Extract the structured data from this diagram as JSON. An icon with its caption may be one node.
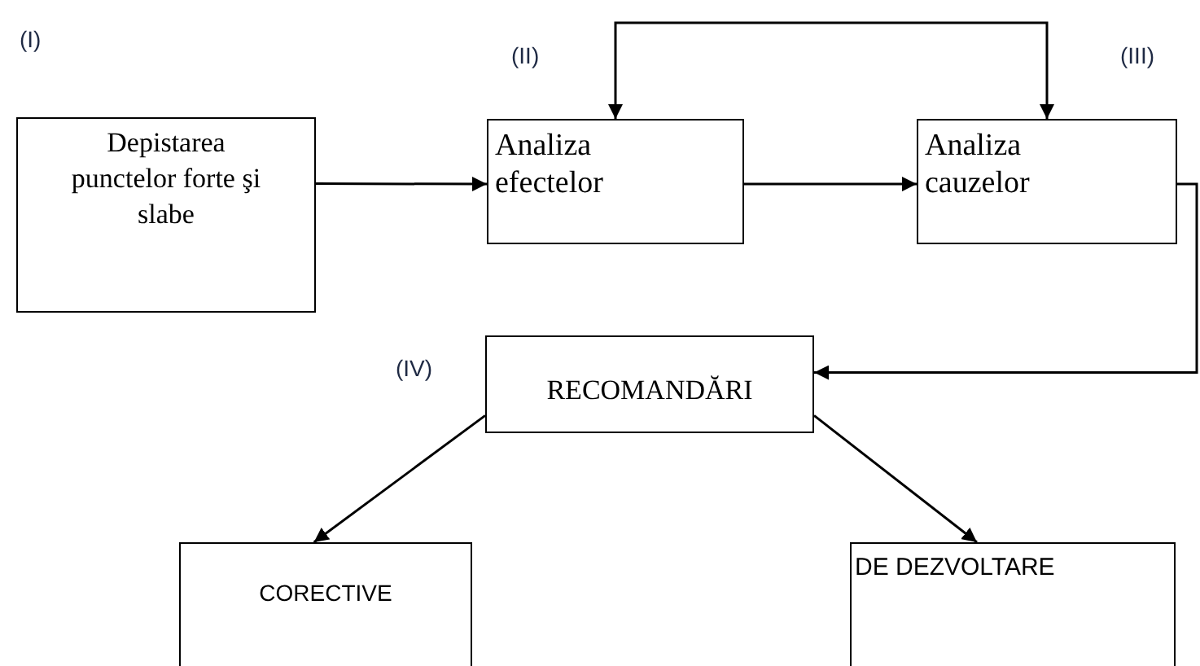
{
  "diagram": {
    "nodes": [
      {
        "text": [
          "Depistarea punctelor forte şi slabe"
        ],
        "beside": [
          "(I)"
        ]
      },
      {
        "text": [
          "Analiza efectelor"
        ],
        "beside": [
          "(II)"
        ]
      },
      {
        "text": [
          "Analiza cauzelor"
        ],
        "beside": [
          "(III)"
        ]
      },
      {
        "text": [
          "RECOMANDĂRI"
        ],
        "beside": [
          "(IV)"
        ]
      },
      {
        "text": [
          "CORECTIVE"
        ]
      },
      {
        "text": [
          "DE DEZVOLTARE"
        ]
      }
    ],
    "edges": [
      {
        "from": 0,
        "to": 1,
        "arrow": "to"
      },
      {
        "from": 1,
        "to": 2,
        "arrow": "to"
      },
      {
        "from": 1,
        "to": 2,
        "arrow": "both"
      },
      {
        "from": 2,
        "to": 3,
        "arrow": "to"
      },
      {
        "from": 3,
        "to": 4,
        "arrow": "to"
      },
      {
        "from": 3,
        "to": 5,
        "arrow": "to"
      }
    ]
  }
}
